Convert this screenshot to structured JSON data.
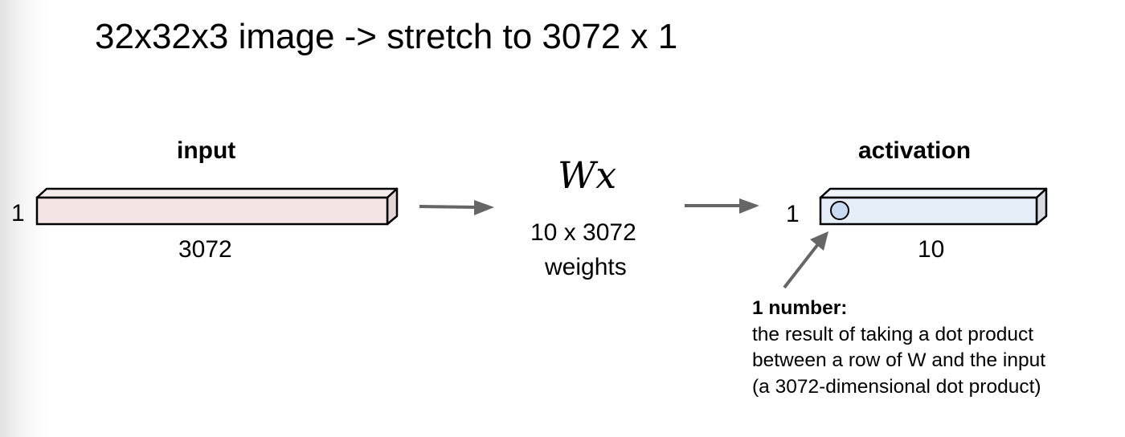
{
  "title": "32x32x3 image -> stretch to 3072 x 1",
  "input": {
    "label": "input",
    "height_label": "1",
    "width_label": "3072",
    "fill_color": "#f4e4e4"
  },
  "transform": {
    "formula": "Wx",
    "dims": "10 x 3072",
    "caption": "weights"
  },
  "activation": {
    "label": "activation",
    "height_label": "1",
    "width_label": "10",
    "fill_color": "#e6eefa",
    "cell_color": "#c9d9f2"
  },
  "annotation": {
    "heading": "1 number:",
    "lines": [
      "the result of taking a dot product",
      "between a row of W and the input",
      "(a 3072-dimensional dot product)"
    ]
  },
  "colors": {
    "arrow": "#666666",
    "outline": "#000000"
  }
}
